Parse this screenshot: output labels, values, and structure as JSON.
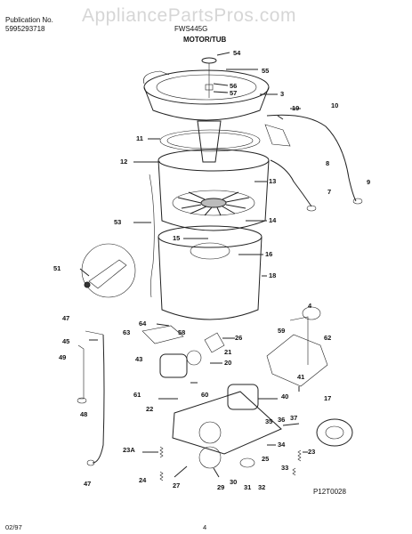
{
  "header": {
    "publication_label": "Publication No.",
    "publication_number": "5995293718",
    "model": "FWS445G",
    "section_title": "MOTOR/TUB"
  },
  "watermark": "AppliancePartsPros.com",
  "callouts": [
    "54",
    "55",
    "56",
    "57",
    "3",
    "10",
    "19",
    "11",
    "12",
    "13",
    "9",
    "7",
    "8",
    "53",
    "14",
    "15",
    "16",
    "18",
    "51",
    "4",
    "47",
    "64",
    "26",
    "59",
    "62",
    "63",
    "45",
    "58",
    "43",
    "21",
    "20",
    "49",
    "61",
    "22",
    "40",
    "41",
    "35",
    "36",
    "37",
    "17",
    "48",
    "60",
    "23A",
    "34",
    "25",
    "23",
    "33",
    "24",
    "27",
    "29",
    "30",
    "31",
    "32",
    "47"
  ],
  "diagram_code": "P12T0028",
  "footer": {
    "date": "02/97",
    "page": "4"
  }
}
